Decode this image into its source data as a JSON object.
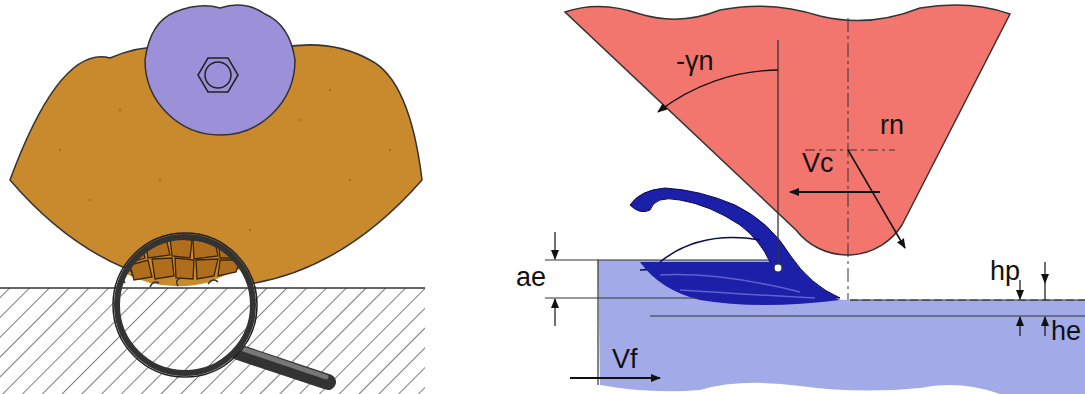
{
  "diagram": {
    "labels": [
      "-γn",
      "Vc",
      "rn",
      "ae",
      "hp",
      "he",
      "Vf"
    ]
  }
}
